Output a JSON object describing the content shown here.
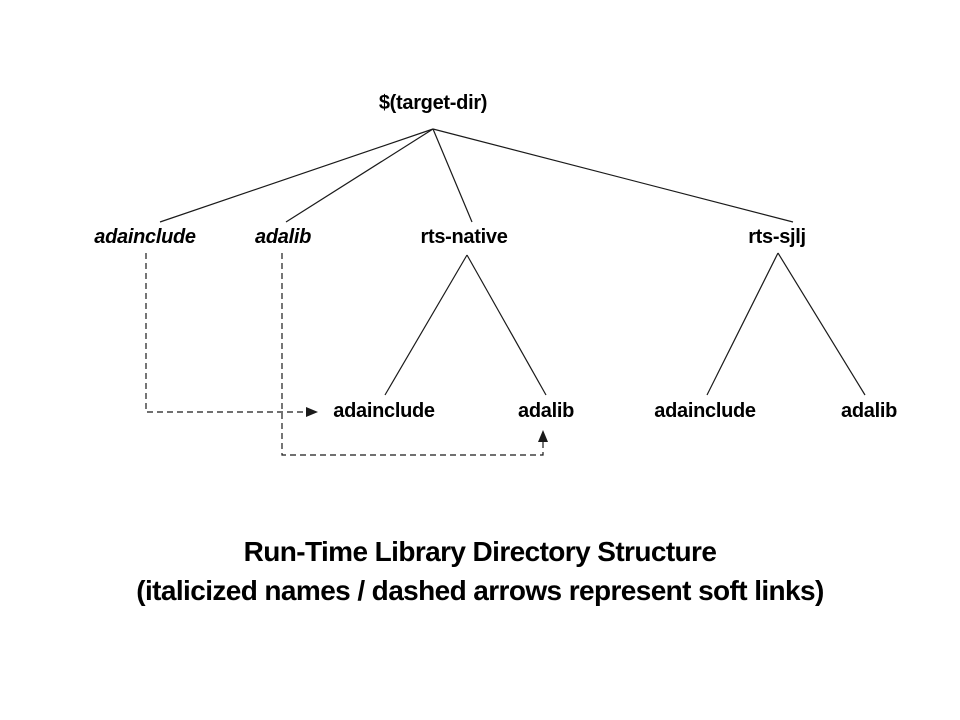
{
  "diagram": {
    "root": {
      "label": "$(target-dir)"
    },
    "level1": [
      {
        "label": "adainclude",
        "soft_link": true
      },
      {
        "label": "adalib",
        "soft_link": true
      },
      {
        "label": "rts-native",
        "soft_link": false
      },
      {
        "label": "rts-sjlj",
        "soft_link": false
      }
    ],
    "rts_native_children": [
      {
        "label": "adainclude"
      },
      {
        "label": "adalib"
      }
    ],
    "rts_sjlj_children": [
      {
        "label": "adainclude"
      },
      {
        "label": "adalib"
      }
    ],
    "caption": {
      "line1": "Run-Time Library Directory Structure",
      "line2": "(italicized names / dashed arrows represent soft links)"
    },
    "colors": {
      "line": "#1a1a1a",
      "text": "#000000",
      "background": "#ffffff"
    }
  }
}
